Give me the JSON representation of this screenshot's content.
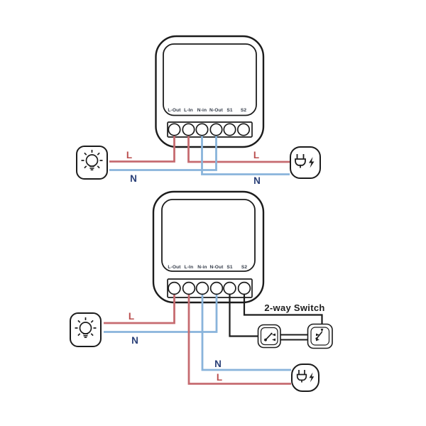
{
  "device": {
    "terminal_labels": [
      "L-Out",
      "L-In",
      "N-in",
      "N-Out",
      "S1",
      "S2"
    ]
  },
  "top_diagram": {
    "light": {
      "l": "L",
      "n": "N"
    },
    "power": {
      "l": "L",
      "n": "N"
    }
  },
  "bottom_diagram": {
    "light": {
      "l": "L",
      "n": "N"
    },
    "power": {
      "l": "L",
      "n": "N"
    },
    "switch_label": "2-way Switch"
  },
  "icons": {
    "light_source": "light-bulb-icon",
    "power_source": "power-plug-icon",
    "wall_switch": "rocker-switch-icon",
    "energy": "lightning-bolt-icon"
  },
  "colors": {
    "wire_live": "#c66b70",
    "wire_neutral": "#89b4db",
    "label_live": "#ba4d4d",
    "label_neutral": "#2a4078",
    "terminal_text": "#2f3745",
    "line_black": "#1c1c1c"
  }
}
